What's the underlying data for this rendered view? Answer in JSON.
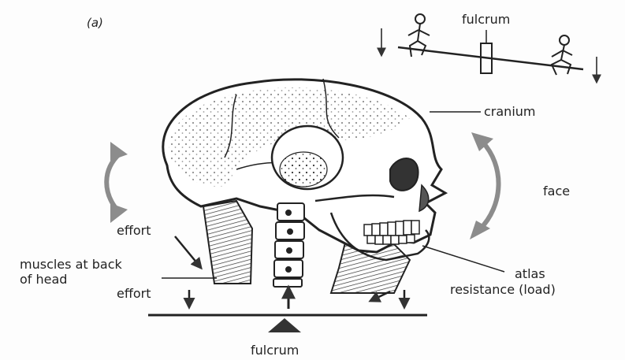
{
  "panel_label": "(a)",
  "labels": {
    "fulcrum_top": "fulcrum",
    "cranium": "cranium",
    "face": "face",
    "effort_upper": "effort",
    "muscles_line1": "muscles at back",
    "muscles_line2": "of head",
    "effort_lower": "effort",
    "atlas": "atlas",
    "resistance": "resistance (load)",
    "fulcrum_bottom": "fulcrum"
  },
  "colors": {
    "ink": "#222222",
    "grey_arrow": "#8c8c8c",
    "paper": "#fdfdfd"
  }
}
